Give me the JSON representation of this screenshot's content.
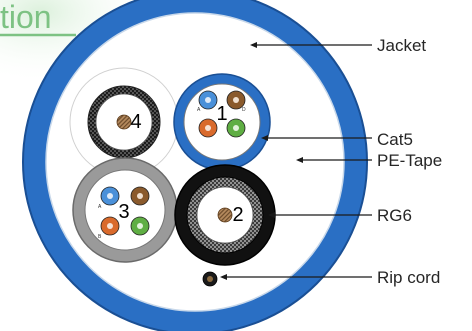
{
  "header": {
    "title_fragment": "tion"
  },
  "labels": {
    "jacket": "Jacket",
    "cat5": "Cat5",
    "pe_tape": "PE-Tape",
    "rg6": "RG6",
    "rip_cord": "Rip cord"
  },
  "components": {
    "tl": "4",
    "tr": "1",
    "bl": "3",
    "br": "2"
  },
  "pair_letters": [
    "A",
    "B",
    "C",
    "D"
  ],
  "colors": {
    "title_green": "#7dc283",
    "jacket_blue": "#2a6fc4",
    "pe_tape_white": "#ffffff",
    "rg6_black": "#111111",
    "grey_sheath": "#9a9a9a",
    "pair_blue": "#4a90d9",
    "pair_brown": "#8a5a2c",
    "pair_orange": "#d96a2c",
    "pair_green": "#5fae43",
    "leader_line": "#1a1a1a"
  }
}
